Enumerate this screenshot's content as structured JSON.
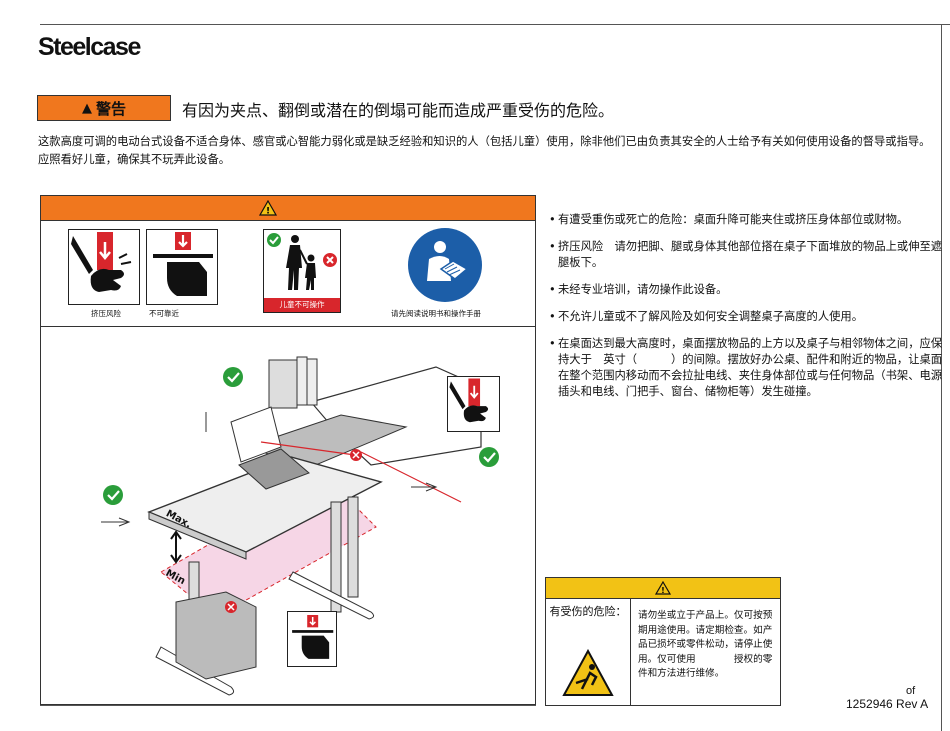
{
  "brand": "Steelcase",
  "warning": {
    "badge_symbol": "▲",
    "badge_label": "警告",
    "headline": "有因为夹点、翻倒或潜在的倒塌可能而造成严重受伤的危险。"
  },
  "intro_text": "这款高度可调的电动台式设备不适合身体、感官或心智能力弱化或是缺乏经验和知识的人（包括儿童）使用，除非他们已由负责其安全的人士给予有关如何使用设备的督导或指导。应照看好儿童，确保其不玩弄此设备。",
  "pictograms": {
    "pinch_caption": "挤压风险",
    "keep_away_caption": "不可靠近",
    "no_children_caption": "儿童不可操作",
    "read_manual_caption": "请先阅读说明书和操作手册"
  },
  "diagram": {
    "max_label": "Max.",
    "min_label": "Min"
  },
  "bullets": [
    "有遭受重伤或死亡的危险：桌面升降可能夹住或挤压身体部位或财物。",
    "挤压风险　请勿把脚、腿或身体其他部位搭在桌子下面堆放的物品上或伸至遮腿板下。",
    "未经专业培训，请勿操作此设备。",
    "不允许儿童或不了解风险及如何安全调整桌子高度的人使用。",
    "在桌面达到最大高度时，桌面摆放物品的上方以及桌子与相邻物体之间，应保持大于　英寸（　　　）的间隙。摆放好办公桌、配件和附近的物品，让桌面在整个范围内移动而不会拉扯电线、夹住身体部位或与任何物品（书架、电源插头和电线、门把手、窗台、储物柜等）发生碰撞。"
  ],
  "caution_panel": {
    "label": "有受伤的危险：",
    "text": "请勿坐或立于产品上。仅可按预期用途使用。请定期检查。如产品已损坏或零件松动，请停止使用。仅可使用　　　　授权的零件和方法进行维修。"
  },
  "footer": {
    "of_text": "of",
    "doc_number": "1252946 Rev A"
  },
  "colors": {
    "warning_orange": "#f0771e",
    "caution_yellow": "#f2c215",
    "prohibit_red": "#d8262c",
    "ok_green": "#2a9d3a",
    "mandatory_blue": "#1c5ea8"
  }
}
